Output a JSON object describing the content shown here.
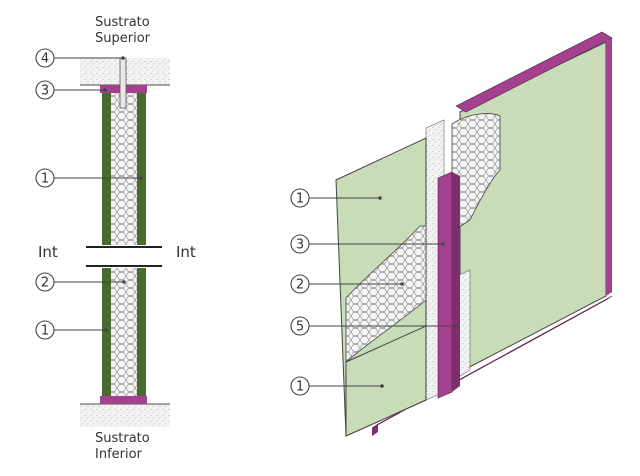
{
  "section": {
    "top_substrate_line1": "Sustrato",
    "top_substrate_line2": "Superior",
    "bottom_substrate_line1": "Sustrato",
    "bottom_substrate_line2": "Inferior",
    "interior_left": "Int",
    "interior_right": "Int",
    "callouts": [
      "4",
      "3",
      "1",
      "2",
      "1"
    ]
  },
  "perspective": {
    "callouts": [
      "1",
      "3",
      "2",
      "5",
      "1"
    ]
  },
  "colors": {
    "board_green": "#c9dcb8",
    "board_green_dark": "#4a6b2f",
    "track_magenta": "#a4418f",
    "honeycomb": "#f2f2f2",
    "filler": "#ececec",
    "line": "#444444"
  },
  "icons": [
    "callout-circle",
    "honeycomb-core",
    "fastener"
  ]
}
